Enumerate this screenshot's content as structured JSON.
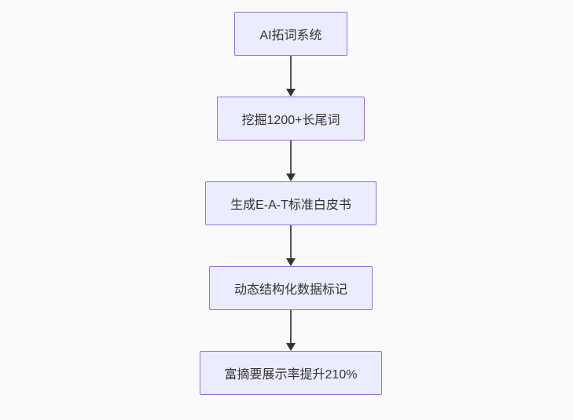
{
  "diagram": {
    "type": "flowchart-vertical",
    "nodes": [
      {
        "id": "node-1",
        "label": "AI拓词系统"
      },
      {
        "id": "node-2",
        "label": "挖掘1200+长尾词"
      },
      {
        "id": "node-3",
        "label": "生成E-A-T标准白皮书"
      },
      {
        "id": "node-4",
        "label": "动态结构化数据标记"
      },
      {
        "id": "node-5",
        "label": "富摘要展示率提升210%"
      }
    ],
    "edges": [
      {
        "from": "node-1",
        "to": "node-2"
      },
      {
        "from": "node-2",
        "to": "node-3"
      },
      {
        "from": "node-3",
        "to": "node-4"
      },
      {
        "from": "node-4",
        "to": "node-5"
      }
    ],
    "colors": {
      "background": "#fafafa",
      "node_fill": "#ECECFF",
      "node_border": "#9370DB",
      "text": "#333333",
      "edge_line": "#555555",
      "edge_head": "#333333"
    }
  }
}
